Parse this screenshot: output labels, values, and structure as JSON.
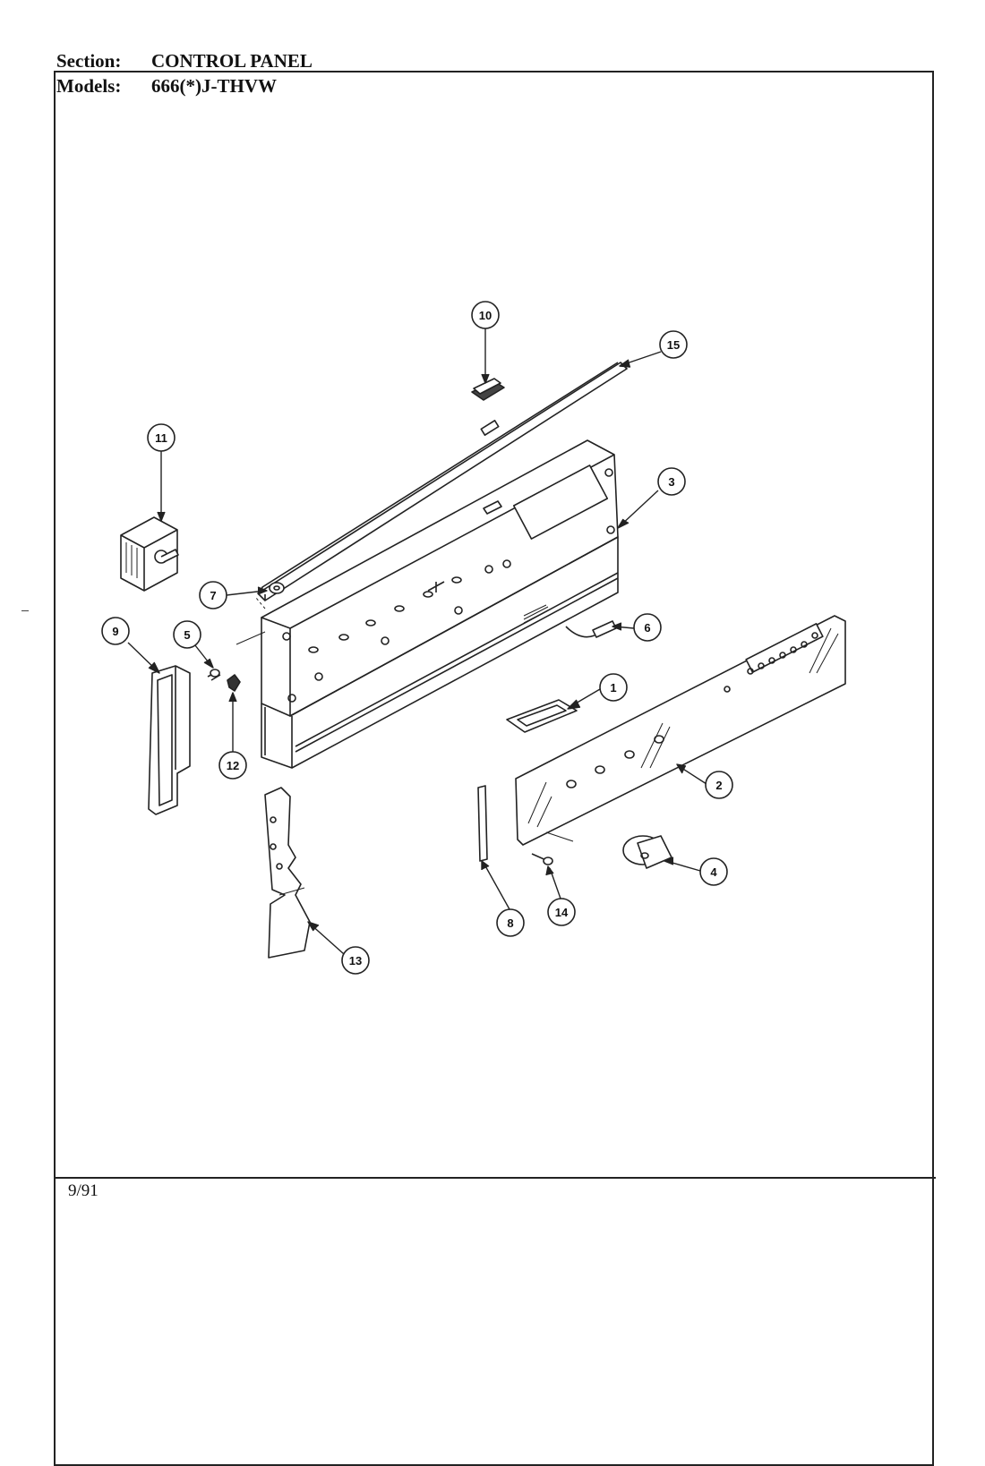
{
  "header": {
    "section_label": "Section:",
    "section_value": "CONTROL PANEL",
    "models_label": "Models:",
    "models_value": "666(*)J-THVW"
  },
  "footer": {
    "date": "9/91"
  },
  "callouts": {
    "c1": "1",
    "c2": "2",
    "c3": "3",
    "c4": "4",
    "c5": "5",
    "c6": "6",
    "c7": "7",
    "c8": "8",
    "c9": "9",
    "c10": "10",
    "c11": "11",
    "c12": "12",
    "c13": "13",
    "c14": "14",
    "c15": "15"
  }
}
